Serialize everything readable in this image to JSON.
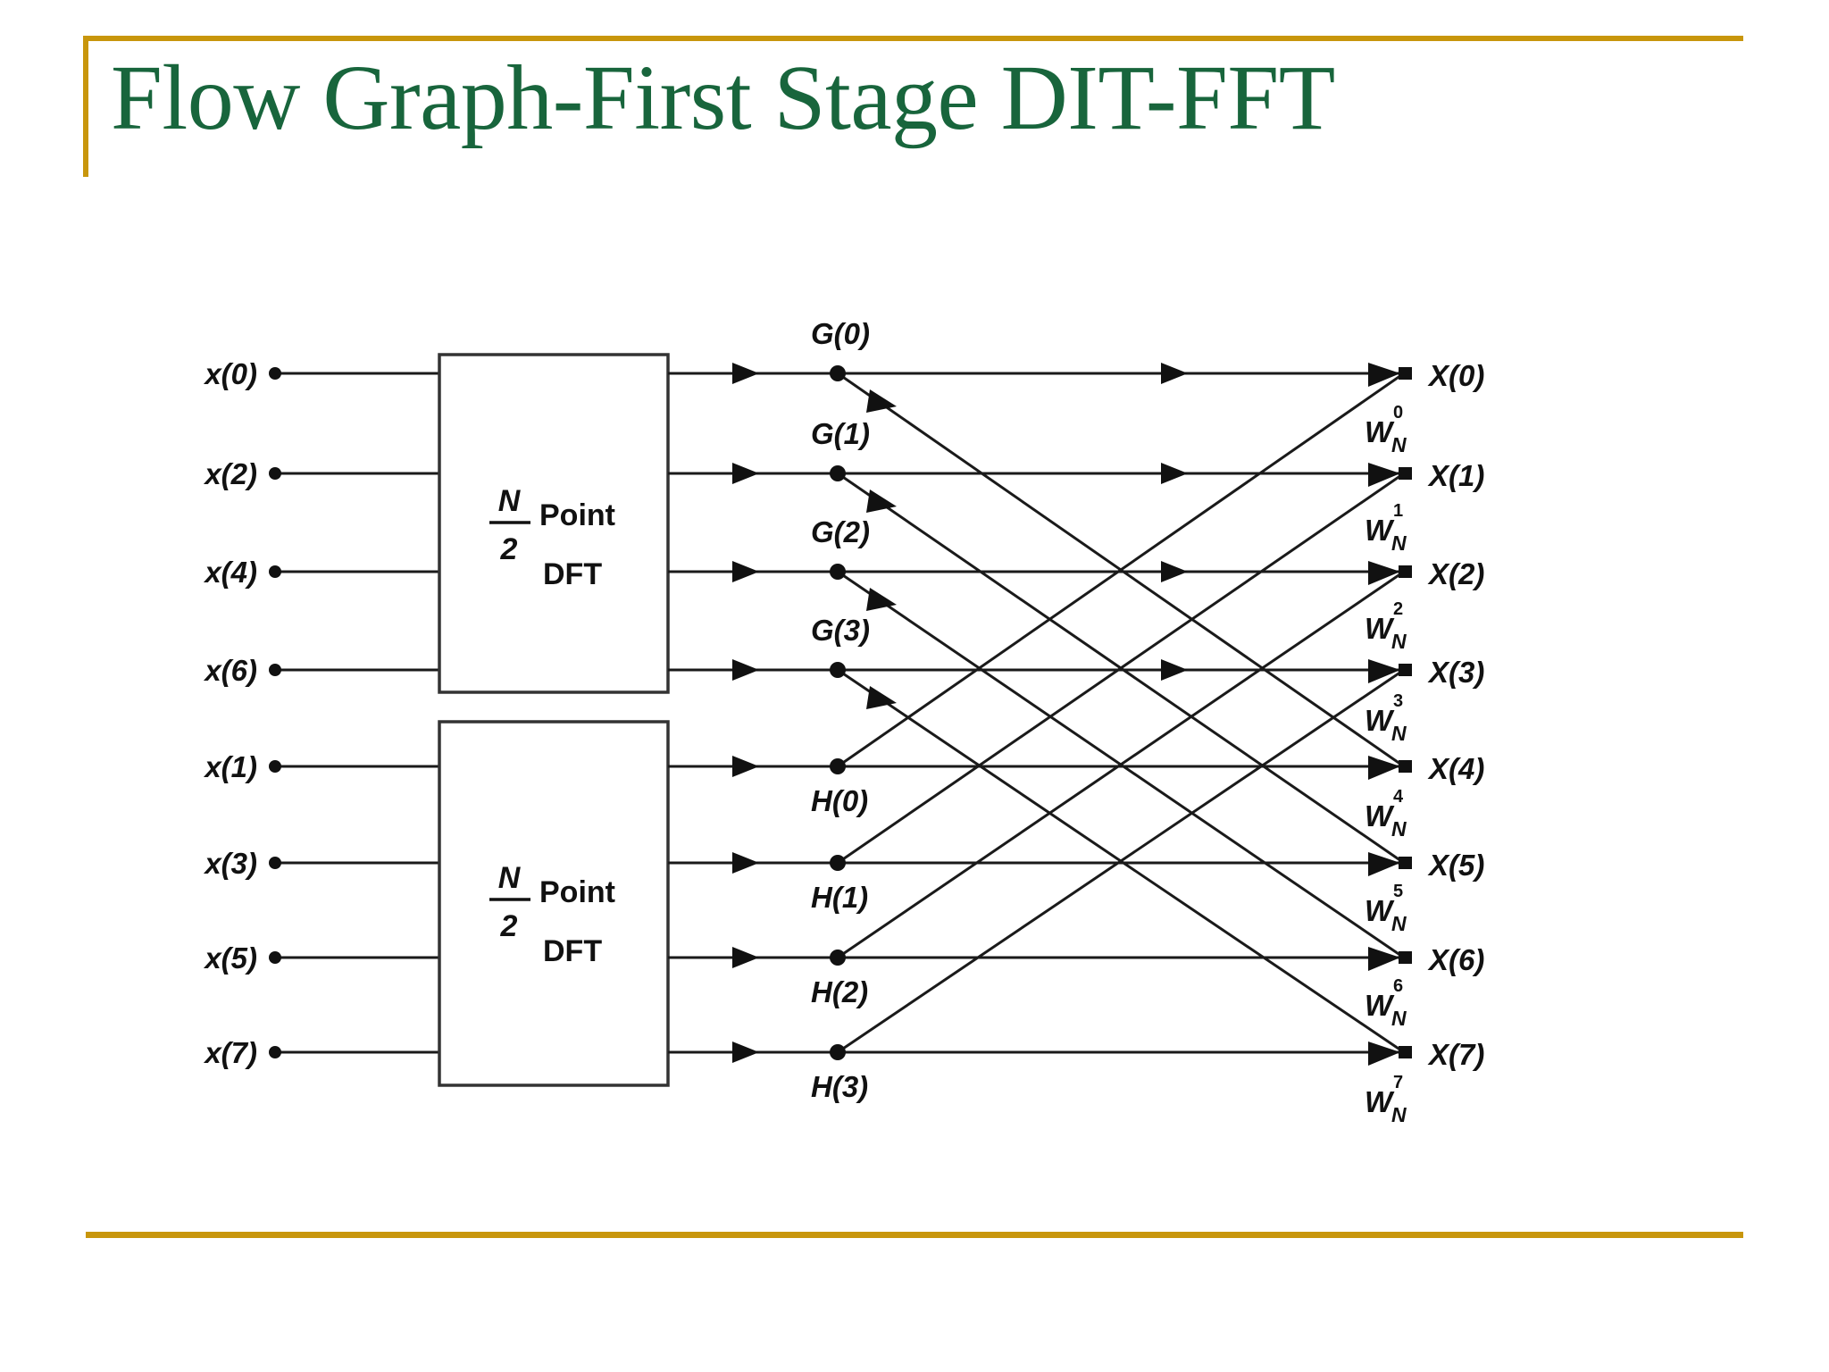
{
  "slide": {
    "title": "Flow Graph-First Stage DIT-FFT",
    "title_color": "#18653C",
    "rule_color": "#C8960C",
    "background": "#ffffff"
  },
  "diagram": {
    "name": "dit-fft-flow-graph",
    "inputs": [
      {
        "label": "x(0)",
        "row": 0
      },
      {
        "label": "x(2)",
        "row": 1
      },
      {
        "label": "x(4)",
        "row": 2
      },
      {
        "label": "x(6)",
        "row": 3
      },
      {
        "label": "x(1)",
        "row": 4
      },
      {
        "label": "x(3)",
        "row": 5
      },
      {
        "label": "x(5)",
        "row": 6
      },
      {
        "label": "x(7)",
        "row": 7
      }
    ],
    "blocks": [
      {
        "id": "upper-dft",
        "numerator": "N",
        "denominator": "2",
        "point_label": "Point",
        "dft_label": "DFT",
        "inputs": [
          "x(0)",
          "x(2)",
          "x(4)",
          "x(6)"
        ],
        "outputs": [
          "G(0)",
          "G(1)",
          "G(2)",
          "G(3)"
        ]
      },
      {
        "id": "lower-dft",
        "numerator": "N",
        "denominator": "2",
        "point_label": "Point",
        "dft_label": "DFT",
        "inputs": [
          "x(1)",
          "x(3)",
          "x(5)",
          "x(7)"
        ],
        "outputs": [
          "H(0)",
          "H(1)",
          "H(2)",
          "H(3)"
        ]
      }
    ],
    "mid_nodes": [
      {
        "label": "G(0)",
        "row": 0,
        "label_pos": "above"
      },
      {
        "label": "G(1)",
        "row": 1,
        "label_pos": "above"
      },
      {
        "label": "G(2)",
        "row": 2,
        "label_pos": "above"
      },
      {
        "label": "G(3)",
        "row": 3,
        "label_pos": "above"
      },
      {
        "label": "H(0)",
        "row": 4,
        "label_pos": "below"
      },
      {
        "label": "H(1)",
        "row": 5,
        "label_pos": "below"
      },
      {
        "label": "H(2)",
        "row": 6,
        "label_pos": "below"
      },
      {
        "label": "H(3)",
        "row": 7,
        "label_pos": "below"
      }
    ],
    "outputs": [
      {
        "label": "X(0)",
        "row": 0
      },
      {
        "label": "X(1)",
        "row": 1
      },
      {
        "label": "X(2)",
        "row": 2
      },
      {
        "label": "X(3)",
        "row": 3
      },
      {
        "label": "X(4)",
        "row": 4
      },
      {
        "label": "X(5)",
        "row": 5
      },
      {
        "label": "X(6)",
        "row": 6
      },
      {
        "label": "X(7)",
        "row": 7
      }
    ],
    "twiddles": [
      {
        "base": "W",
        "sup": "0",
        "sub": "N",
        "row": 0
      },
      {
        "base": "W",
        "sup": "1",
        "sub": "N",
        "row": 1
      },
      {
        "base": "W",
        "sup": "2",
        "sub": "N",
        "row": 2
      },
      {
        "base": "W",
        "sup": "3",
        "sub": "N",
        "row": 3
      },
      {
        "base": "W",
        "sup": "4",
        "sub": "N",
        "row": 4
      },
      {
        "base": "W",
        "sup": "5",
        "sub": "N",
        "row": 5
      },
      {
        "base": "W",
        "sup": "6",
        "sub": "N",
        "row": 6
      },
      {
        "base": "W",
        "sup": "7",
        "sub": "N",
        "row": 7
      }
    ]
  }
}
